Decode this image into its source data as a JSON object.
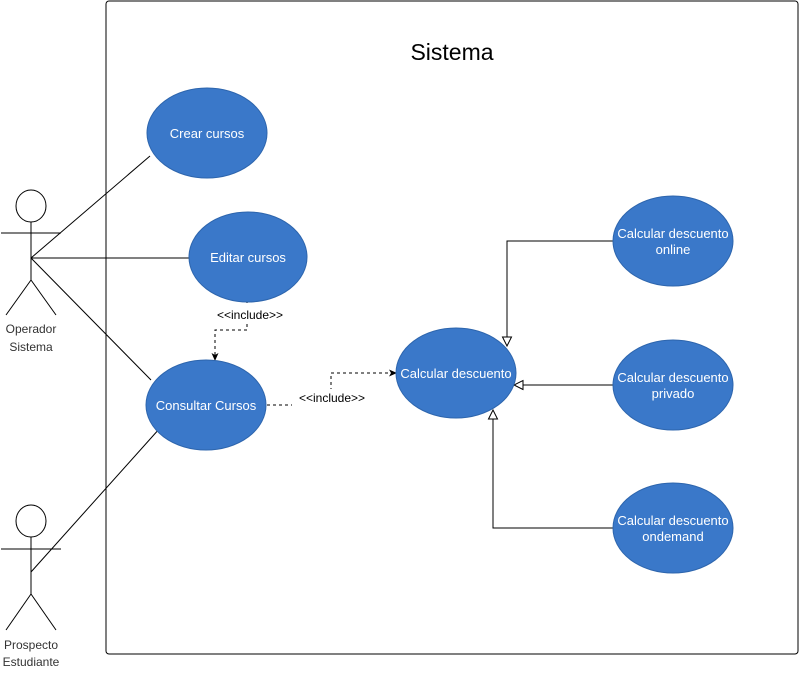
{
  "system": {
    "title": "Sistema"
  },
  "actors": [
    {
      "id": "operador",
      "label_lines": [
        "Operador",
        "Sistema"
      ]
    },
    {
      "id": "prospecto",
      "label_lines": [
        "Prospecto",
        "Estudiante"
      ]
    }
  ],
  "use_cases": [
    {
      "id": "crear",
      "label_lines": [
        "Crear cursos"
      ]
    },
    {
      "id": "editar",
      "label_lines": [
        "Editar cursos"
      ]
    },
    {
      "id": "consultar",
      "label_lines": [
        "Consultar Cursos"
      ]
    },
    {
      "id": "calcular",
      "label_lines": [
        "Calcular descuento"
      ]
    },
    {
      "id": "online",
      "label_lines": [
        "Calcular descuento",
        "online"
      ]
    },
    {
      "id": "privado",
      "label_lines": [
        "Calcular descuento",
        "privado"
      ]
    },
    {
      "id": "ondemand",
      "label_lines": [
        "Calcular descuento",
        "ondemand"
      ]
    }
  ],
  "relations": {
    "include_label": "<<include>>"
  },
  "colors": {
    "use_case_fill": "#3a78c9",
    "use_case_text": "#ffffff",
    "line": "#000000",
    "system_border": "#000000"
  }
}
